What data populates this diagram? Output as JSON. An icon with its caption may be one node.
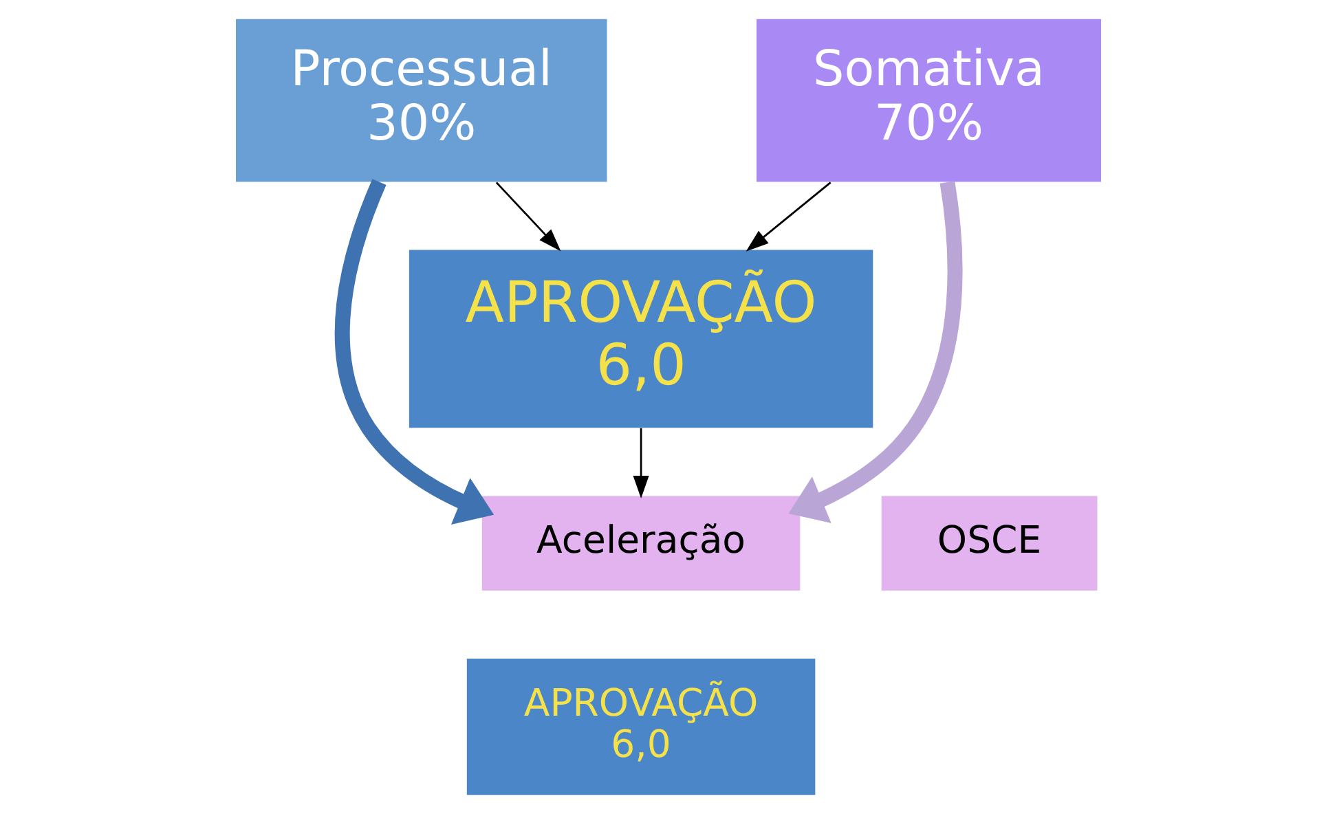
{
  "diagram": {
    "nodes": [
      {
        "text": [
          "Processual",
          "30%"
        ]
      },
      {
        "text": [
          "Somativa",
          "70%"
        ]
      },
      {
        "text": [
          "APROVAÇÃO",
          "6,0"
        ]
      },
      {
        "text": [
          "Aceleração"
        ]
      },
      {
        "text": [
          "APROVAÇÃO",
          "6,0"
        ]
      },
      {
        "text": [
          "OSCE"
        ]
      }
    ],
    "edges": [
      {
        "from": 0,
        "to": 2,
        "arrow": "to"
      },
      {
        "from": 1,
        "to": 2,
        "arrow": "to"
      },
      {
        "from": 2,
        "to": 3,
        "arrow": "to"
      },
      {
        "from": 0,
        "to": 3,
        "arrow": "to",
        "style": "thick",
        "color": "#3f72b0"
      },
      {
        "from": 1,
        "to": 3,
        "arrow": "to",
        "style": "thick",
        "color": "#b9a6d6"
      }
    ]
  }
}
